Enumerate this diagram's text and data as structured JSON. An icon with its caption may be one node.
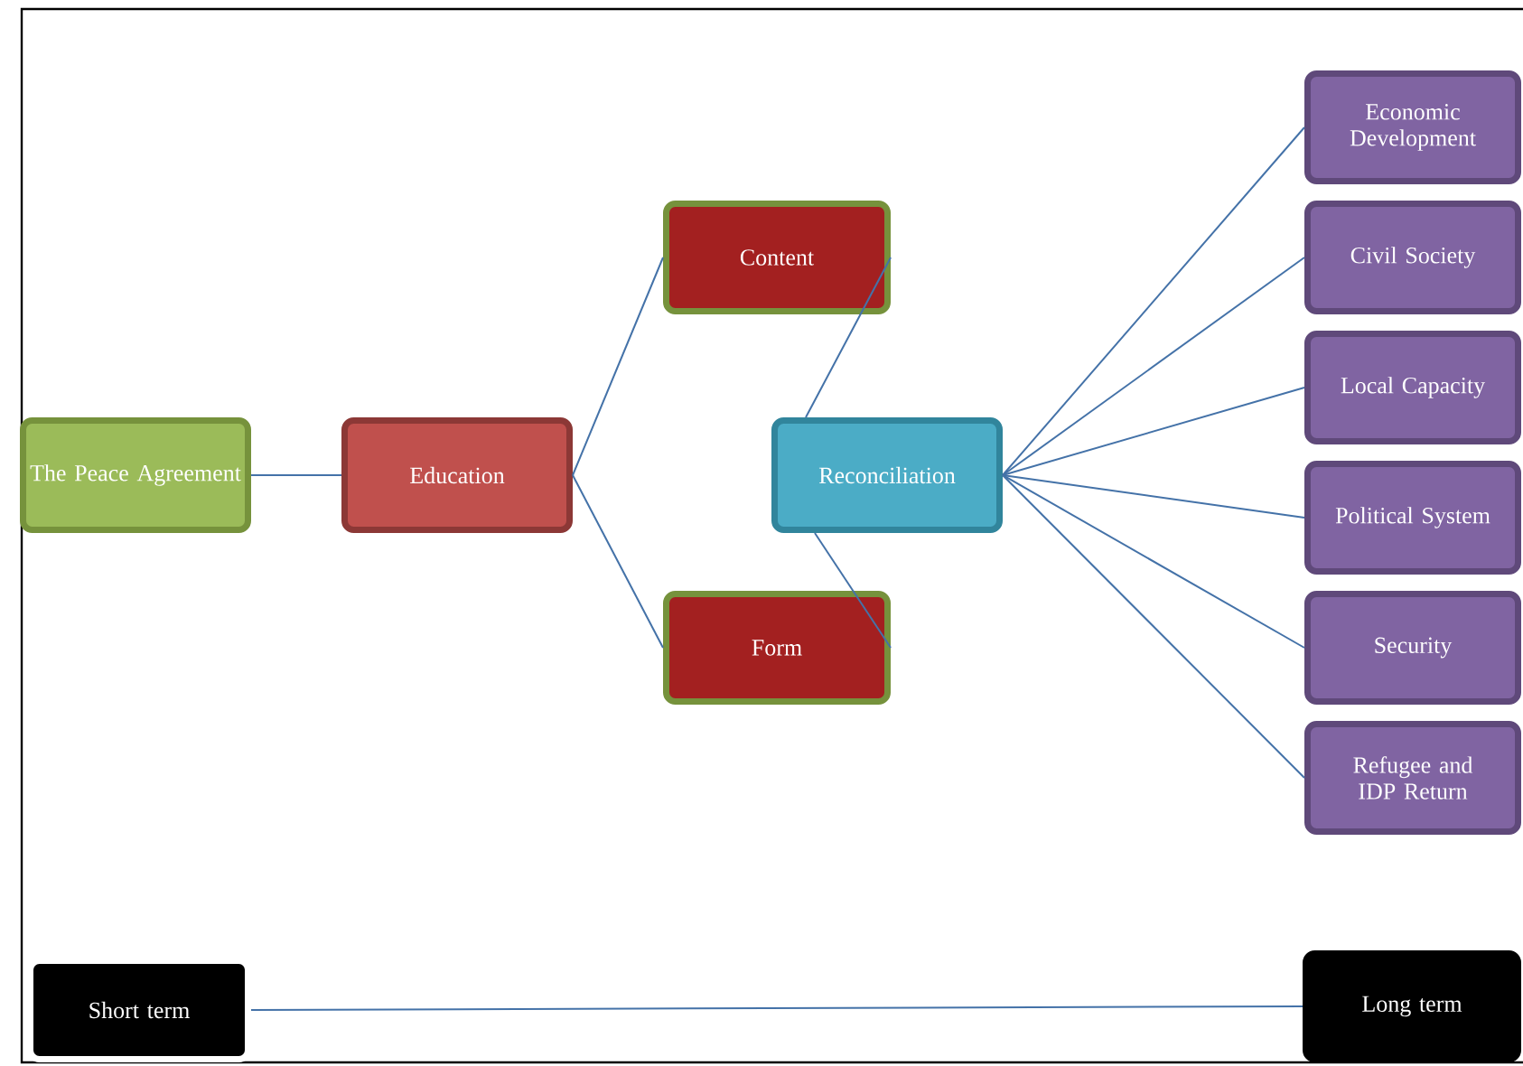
{
  "diagram": {
    "nodes": [
      {
        "text": [
          "The Peace Agreement"
        ]
      },
      {
        "text": [
          "Education"
        ]
      },
      {
        "text": [
          "Content"
        ]
      },
      {
        "text": [
          "Form"
        ]
      },
      {
        "text": [
          "Reconciliation"
        ]
      },
      {
        "text": [
          "Economic Development"
        ]
      },
      {
        "text": [
          "Civil Society"
        ]
      },
      {
        "text": [
          "Local Capacity"
        ]
      },
      {
        "text": [
          "Political System"
        ]
      },
      {
        "text": [
          "Security"
        ]
      },
      {
        "text": [
          "Refugee and IDP Return"
        ]
      },
      {
        "text": [
          "Short term"
        ]
      },
      {
        "text": [
          "Long term"
        ]
      }
    ],
    "edges": [
      {
        "from": 0,
        "to": 1,
        "arrow": "none"
      },
      {
        "from": 1,
        "to": 2,
        "arrow": "none"
      },
      {
        "from": 1,
        "to": 3,
        "arrow": "none"
      },
      {
        "from": 2,
        "to": 4,
        "arrow": "none"
      },
      {
        "from": 3,
        "to": 4,
        "arrow": "none"
      },
      {
        "from": 4,
        "to": 5,
        "arrow": "none"
      },
      {
        "from": 4,
        "to": 6,
        "arrow": "none"
      },
      {
        "from": 4,
        "to": 7,
        "arrow": "none"
      },
      {
        "from": 4,
        "to": 8,
        "arrow": "none"
      },
      {
        "from": 4,
        "to": 9,
        "arrow": "none"
      },
      {
        "from": 4,
        "to": 10,
        "arrow": "none"
      },
      {
        "from": 11,
        "to": 12,
        "arrow": "none"
      }
    ]
  }
}
